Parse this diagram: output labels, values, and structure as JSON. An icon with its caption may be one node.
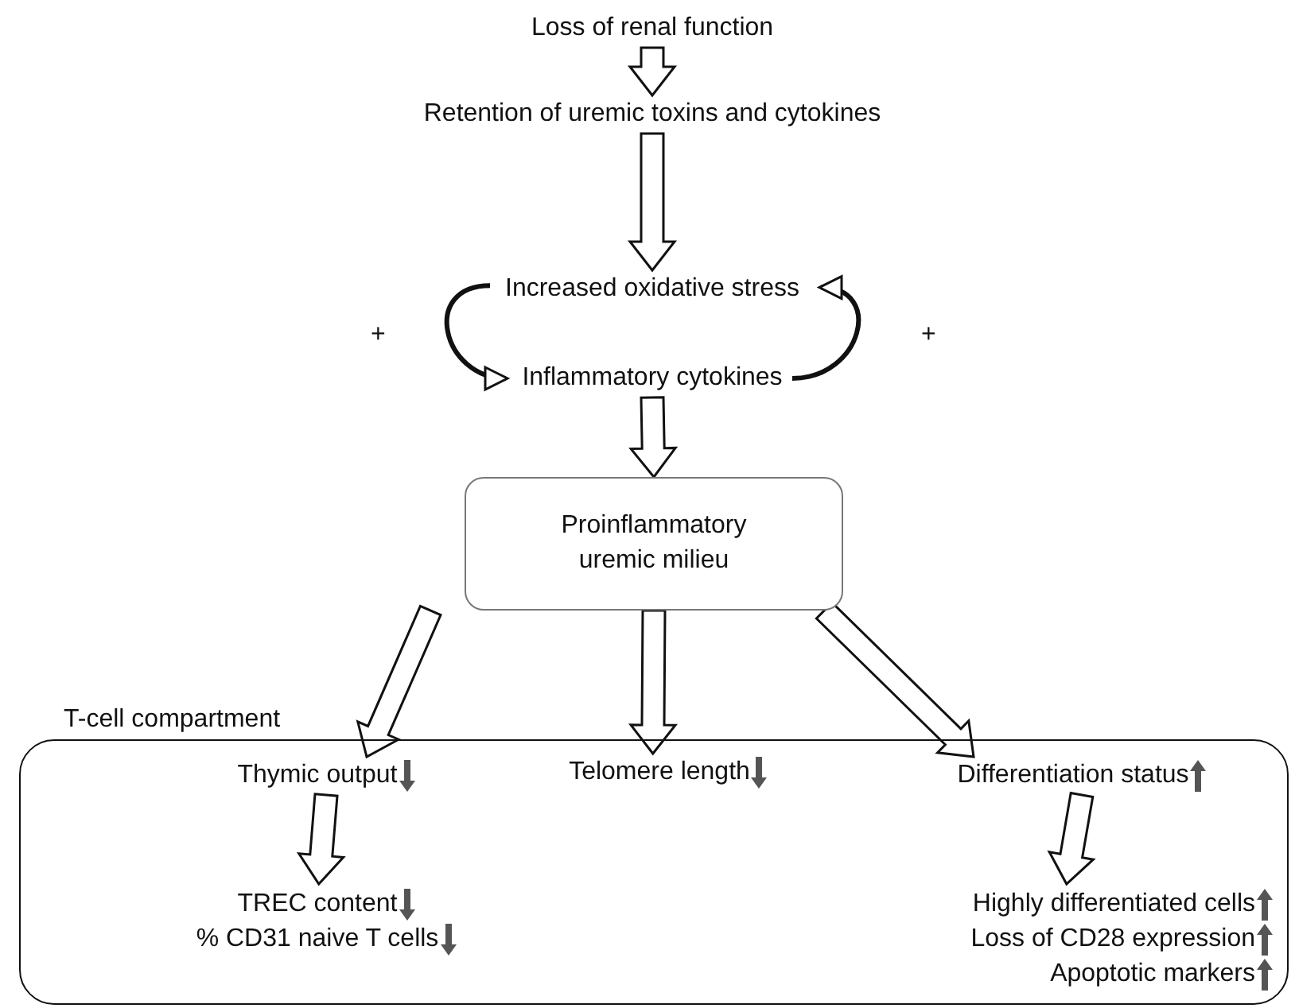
{
  "diagram": {
    "nodes": [
      {
        "text": [
          "Loss of renal function"
        ]
      },
      {
        "text": [
          "Retention of uremic toxins and cytokines"
        ]
      },
      {
        "text": [
          "Increased oxidative stress"
        ]
      },
      {
        "text": [
          "Inflammatory cytokines"
        ]
      },
      {
        "text": [
          "Proinflammatory uremic milieu"
        ]
      },
      {
        "text": [
          "T-cell compartment"
        ]
      },
      {
        "text": [
          "Thymic output"
        ],
        "in": 5
      },
      {
        "text": [
          "Telomere length"
        ],
        "in": 5
      },
      {
        "text": [
          "Differentiation status"
        ],
        "in": 5
      },
      {
        "text": [
          "TREC content",
          "% CD31 naive T cells"
        ],
        "in": 5
      },
      {
        "text": [
          "Highly differentiated cells",
          "Loss of CD28 expression",
          "Apoptotic markers"
        ],
        "in": 5
      }
    ],
    "edges": [
      {
        "from": 0,
        "to": 1,
        "arrow": "to"
      },
      {
        "from": 1,
        "to": 2,
        "arrow": "to"
      },
      {
        "from": 2,
        "to": 3,
        "arrow": "to",
        "label": "+"
      },
      {
        "from": 3,
        "to": 2,
        "arrow": "to",
        "label": "+"
      },
      {
        "from": 3,
        "to": 4,
        "arrow": "to"
      },
      {
        "from": 4,
        "to": 6,
        "arrow": "to"
      },
      {
        "from": 4,
        "to": 7,
        "arrow": "to"
      },
      {
        "from": 4,
        "to": 8,
        "arrow": "to"
      },
      {
        "from": 6,
        "to": 9,
        "arrow": "to"
      },
      {
        "from": 8,
        "to": 10,
        "arrow": "to"
      }
    ]
  }
}
